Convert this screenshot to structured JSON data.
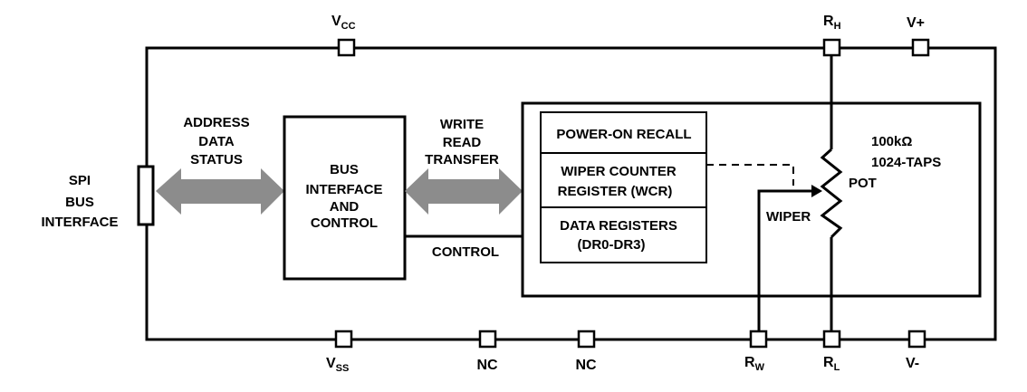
{
  "left_labels": {
    "line1": "SPI",
    "line2": "BUS",
    "line3": "INTERFACE"
  },
  "left_arrow_labels": {
    "line1": "ADDRESS",
    "line2": "DATA",
    "line3": "STATUS"
  },
  "bus_block": {
    "line1": "BUS",
    "line2": "INTERFACE",
    "line3": "AND",
    "line4": "CONTROL"
  },
  "right_arrow_labels": {
    "line1": "WRITE",
    "line2": "READ",
    "line3": "TRANSFER"
  },
  "control_label": "CONTROL",
  "registers": {
    "power_on": "POWER-ON RECALL",
    "wcr_line1": "WIPER COUNTER",
    "wcr_line2": "REGISTER (WCR)",
    "data_line1": "DATA REGISTERS",
    "data_line2": "(DR0-DR3)"
  },
  "pot": {
    "resistance": "100kΩ",
    "taps": "1024-TAPS",
    "pot_label": "POT",
    "wiper_label": "WIPER"
  },
  "pins": {
    "vcc": {
      "main": "V",
      "sub": "CC"
    },
    "rh": {
      "main": "R",
      "sub": "H"
    },
    "vplus": "V+",
    "vss": {
      "main": "V",
      "sub": "SS"
    },
    "nc1": "NC",
    "nc2": "NC",
    "rw": {
      "main": "R",
      "sub": "W"
    },
    "rl": {
      "main": "R",
      "sub": "L"
    },
    "vminus": "V-"
  },
  "colors": {
    "line": "#000000",
    "arrow": "#8c8c8c",
    "background": "#ffffff"
  }
}
